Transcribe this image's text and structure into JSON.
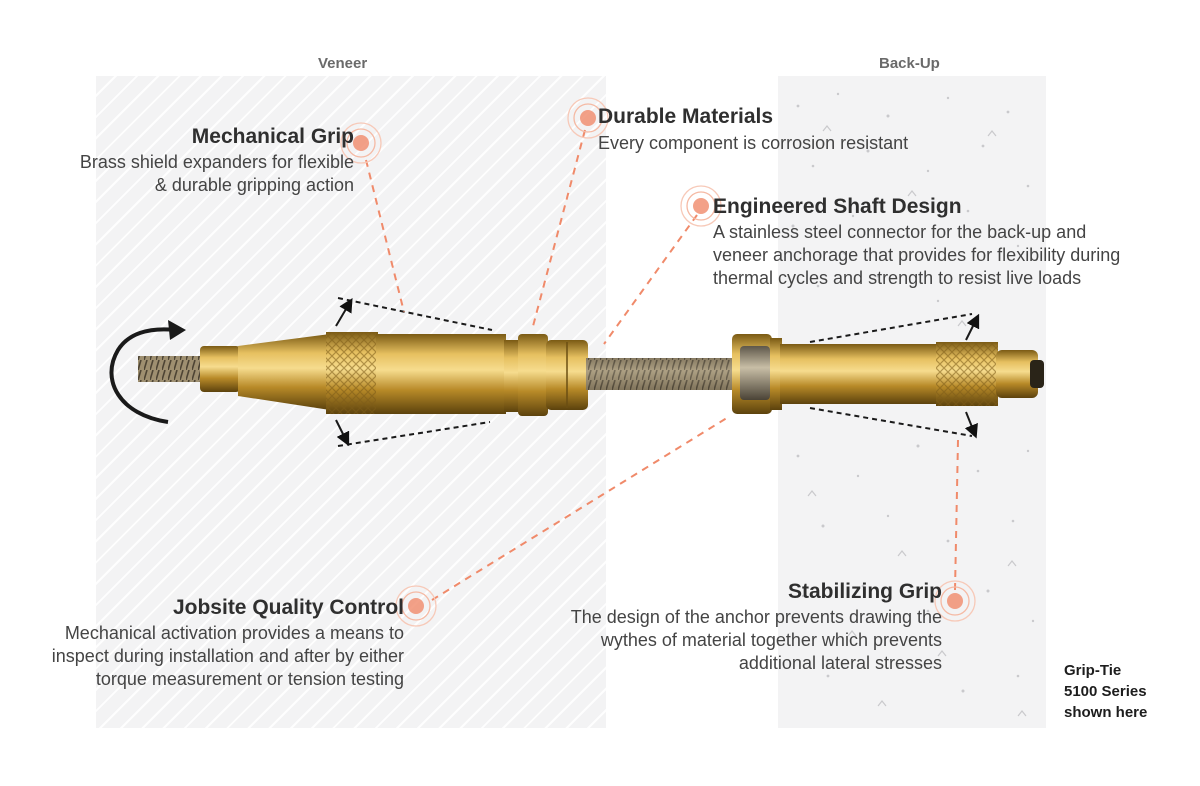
{
  "regions": {
    "veneer": "Veneer",
    "backup": "Back-Up"
  },
  "features": {
    "mechanical_grip": {
      "title": "Mechanical Grip",
      "desc_lines": [
        "Brass shield expanders for flexible",
        "& durable gripping action"
      ]
    },
    "durable_materials": {
      "title": "Durable Materials",
      "desc_lines": [
        "Every component is corrosion resistant"
      ]
    },
    "engineered_shaft": {
      "title": "Engineered Shaft Design",
      "desc_lines": [
        "A stainless steel connector for the back-up and",
        "veneer anchorage that provides for flexibility during",
        "thermal cycles and strength to resist live loads"
      ]
    },
    "jobsite_quality": {
      "title": "Jobsite Quality Control",
      "desc_lines": [
        "Mechanical activation provides a means to",
        "inspect during installation and after by either",
        "torque measurement or tension testing"
      ]
    },
    "stabilizing_grip": {
      "title": "Stabilizing Grip",
      "desc_lines": [
        "The design of the anchor prevents drawing the",
        "wythes of material together which prevents",
        "additional lateral stresses"
      ]
    }
  },
  "product_note": {
    "lines": [
      "Grip-Tie",
      "5100 Series",
      "shown here"
    ]
  },
  "colors": {
    "accent": "#f08a6a",
    "brass": "#c99a2e",
    "panel": "#f3f3f4"
  }
}
